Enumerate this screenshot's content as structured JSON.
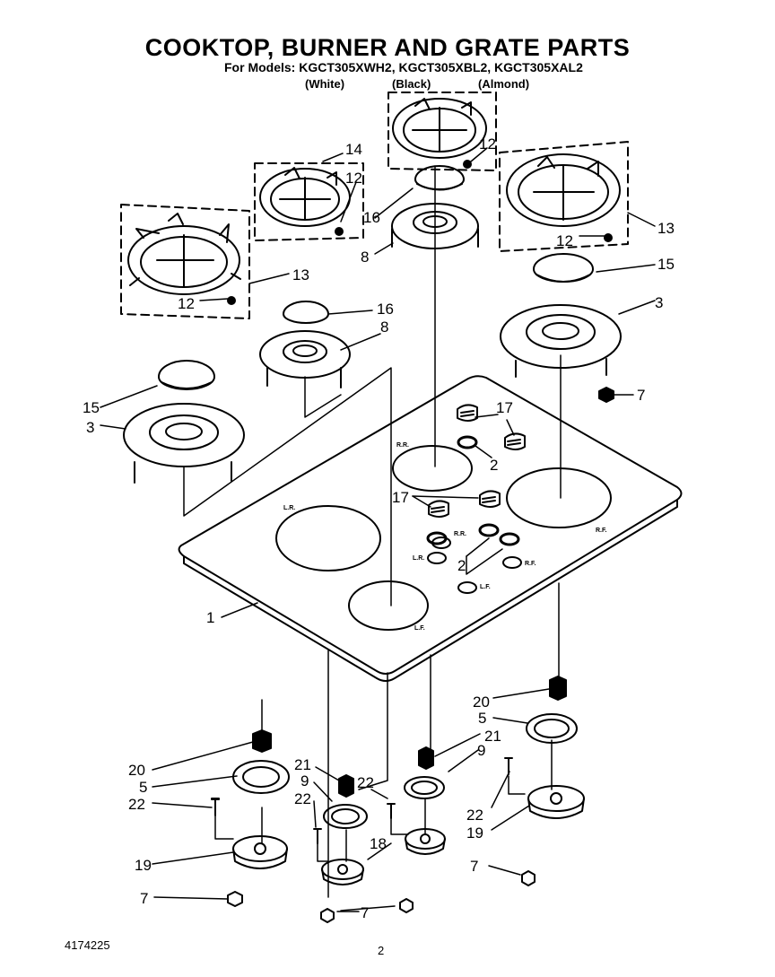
{
  "header": {
    "title": "COOKTOP, BURNER AND GRATE PARTS",
    "models_line": "For Models: KGCT305XWH2, KGCT305XBL2, KGCT305XAL2",
    "variants": [
      "(White)",
      "(Black)",
      "(Almond)"
    ]
  },
  "footer": {
    "doc_number": "4174225",
    "page_number": "2"
  },
  "callouts": {
    "c1": "1",
    "c2a": "2",
    "c2b": "2",
    "c3a": "3",
    "c3b": "3",
    "c5a": "5",
    "c5b": "5",
    "c7a": "7",
    "c7b": "7",
    "c7c": "7",
    "c7d": "7",
    "c7e": "7",
    "c8a": "8",
    "c8b": "8",
    "c9a": "9",
    "c9b": "9",
    "c12a": "12",
    "c12b": "12",
    "c12c": "12",
    "c12d": "12",
    "c13a": "13",
    "c13b": "13",
    "c14": "14",
    "c15a": "15",
    "c15b": "15",
    "c16a": "16",
    "c16b": "16",
    "c17a": "17",
    "c17b": "17",
    "c18": "18",
    "c19a": "19",
    "c19b": "19",
    "c20a": "20",
    "c20b": "20",
    "c21a": "21",
    "c21b": "21",
    "c22a": "22",
    "c22b": "22",
    "c22c": "22",
    "c22d": "22"
  },
  "position_marks": {
    "lr_top": "L.R.",
    "rr_top": "R.R.",
    "rf_top": "R.F.",
    "lf_top": "L.F.",
    "rr_knob": "R.R.",
    "lr_knob": "L.R.",
    "rf_knob": "R.F.",
    "lf_knob": "L.F."
  }
}
